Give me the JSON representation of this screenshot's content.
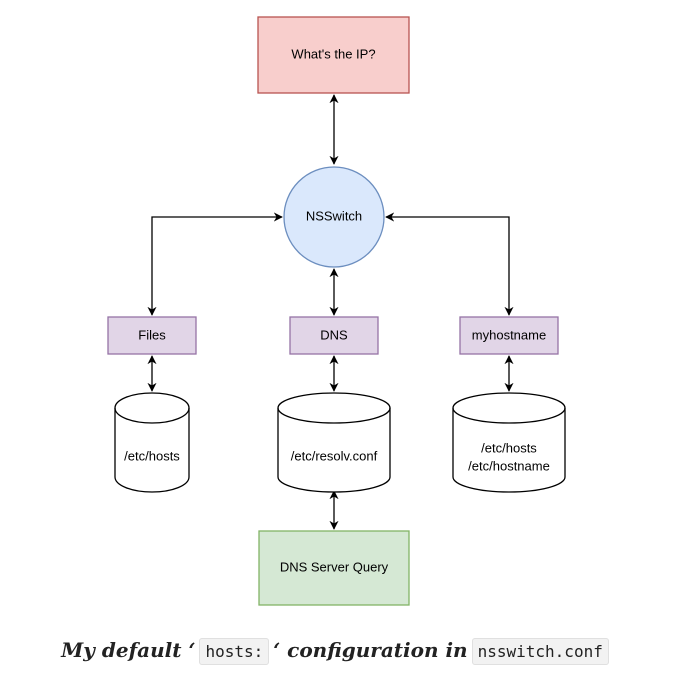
{
  "diagram": {
    "nodes": {
      "question": {
        "label": "What's the IP?"
      },
      "nsswitch": {
        "label": "NSSwitch"
      },
      "files": {
        "label": "Files"
      },
      "dns": {
        "label": "DNS"
      },
      "myhostname": {
        "label": "myhostname"
      },
      "files_db": {
        "lines": [
          "/etc/hosts"
        ]
      },
      "dns_db": {
        "lines": [
          "/etc/resolv.conf"
        ]
      },
      "myhostname_db": {
        "lines": [
          "/etc/hosts",
          "/etc/hostname"
        ]
      },
      "dns_server": {
        "label": "DNS Server Query"
      }
    },
    "colors": {
      "red_fill": "#f8cecc",
      "red_stroke": "#b85450",
      "blue_fill": "#dae8fc",
      "blue_stroke": "#6c8ebf",
      "purple_fill": "#e1d5e7",
      "purple_stroke": "#9673a6",
      "green_fill": "#d5e8d4",
      "green_stroke": "#82b366",
      "cylinder_fill": "#ffffff",
      "cylinder_stroke": "#000000",
      "arrow": "#000000"
    }
  },
  "caption": {
    "part1": "My default ‘",
    "code1": "hosts:",
    "part2": "‘ configuration in",
    "code2": "nsswitch.conf"
  }
}
